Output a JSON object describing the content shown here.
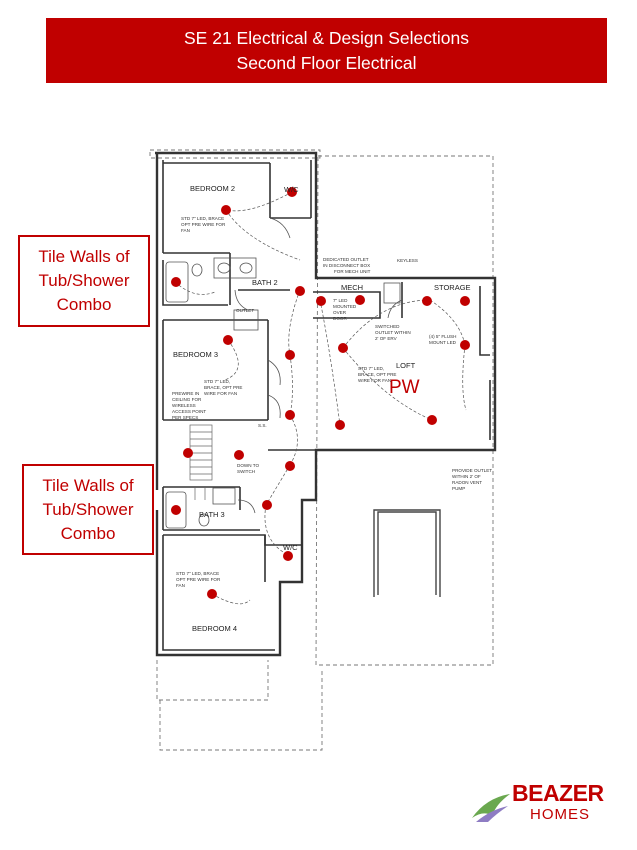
{
  "header": {
    "title_line1": "SE 21 Electrical & Design Selections",
    "title_line2": "Second Floor Electrical"
  },
  "callouts": [
    {
      "line1": "Tile Walls of",
      "line2": "Tub/Shower",
      "line3": "Combo"
    },
    {
      "line1": "Tile Walls of",
      "line2": "Tub/Shower",
      "line3": "Combo"
    }
  ],
  "rooms": {
    "bedroom2": "BEDROOM 2",
    "wic_top": "W/C",
    "bath2": "BATH 2",
    "mech": "MECH",
    "storage": "STORAGE",
    "bedroom3": "BEDROOM 3",
    "loft": "LOFT",
    "bath3": "BATH 3",
    "wic_bottom": "W/C",
    "bedroom4": "BEDROOM 4"
  },
  "notes": {
    "bed2_fan": [
      "STD 7\" LED, BRACE",
      "OPT PRE WIRE FOR",
      "FAN"
    ],
    "dedicated_outlet": [
      "DEDICATED OUTLET",
      "IN DISCONNECT BOX",
      "FOR MECH UNIT"
    ],
    "keyless": "KEYLESS",
    "led_over_door": [
      "7\" LED",
      "MOUNTED",
      "OVER",
      "DOOR"
    ],
    "switched_outlet": [
      "SWITCHED",
      "OUTLET WITHIN",
      "2' OF ERV"
    ],
    "flush_mount": [
      "(4) 5\" FLUSH",
      "MOUNT LED"
    ],
    "loft_fan": [
      "STD 7\" LED,",
      "BRACE, OPT PRE",
      "WIRE FOR FAN"
    ],
    "bed3_fan": [
      "STD 7\" LED,",
      "BRACE, OPT PRE",
      "WIRE FOR FAN"
    ],
    "prewire": [
      "PREWIRE IN",
      "CEILING FOR",
      "WIRELESS",
      "ACCESS POINT",
      "PER SPECS"
    ],
    "down_switch": [
      "DOWN TO",
      "SWITCH"
    ],
    "radon": [
      "PROVIDE OUTLET",
      "WITHIN 2' OF",
      "RADON VENT",
      "PUMP"
    ],
    "bed4_fan": [
      "STD 7\" LED, BRACE",
      "OPT PRE WIRE FOR",
      "FAN"
    ],
    "outlet_tag": "OUTLET",
    "ss": "S.S."
  },
  "pw_label": "PW",
  "logo": {
    "top": "BEAZER",
    "bottom": "HOMES"
  },
  "colors": {
    "banner": "#c00000",
    "fixture": "#c00000",
    "wall": "#333333"
  }
}
